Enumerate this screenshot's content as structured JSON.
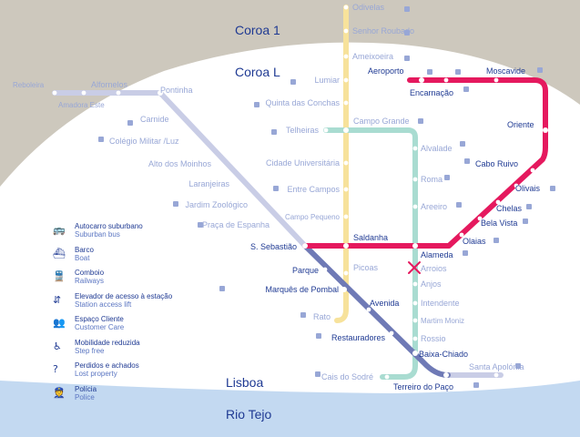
{
  "colors": {
    "background_outer": "#cdc8bd",
    "map_area": "#ffffff",
    "river": "#c3d9f1",
    "red_line": "#e5195e",
    "green_line": "#a9dcd1",
    "yellow_line": "#f7e29b",
    "blue_line": "#6f7ab6",
    "blue_line_light": "#c9cde6",
    "label_dark": "#1f3a93",
    "label_faded": "#98a7d6"
  },
  "zones": {
    "coroa_1": "Coroa 1",
    "coroa_l": "Coroa L",
    "lisboa": "Lisboa",
    "river": "Rio Tejo"
  },
  "stations": {
    "odivelas": "Odivelas",
    "senhor_roubado": "Senhor Roubado",
    "ameixoeira": "Ameixoeira",
    "lumiar": "Lumiar",
    "quinta_das_conchas": "Quinta das Conchas",
    "campo_grande": "Campo Grande",
    "telheiras": "Telheiras",
    "cidade_universitaria": "Cidade Universitária",
    "entre_campos": "Entre Campos",
    "campo_pequeno": "Campo Pequeno",
    "saldanha": "Saldanha",
    "picoas": "Picoas",
    "marques_de_pombal": "Marquês de Pombal",
    "rato": "Rato",
    "reboleira": "Reboleira",
    "amadora_este": "Amadora Este",
    "alfornelos": "Alfornelos",
    "pontinha": "Pontinha",
    "carnide": "Carnide",
    "colegio_militar": "Colégio Militar /Luz",
    "alto_dos_moinhos": "Alto dos Moinhos",
    "laranjeiras": "Laranjeiras",
    "jardim_zoologico": "Jardim Zoológico",
    "praca_de_espanha": "Praça de Espanha",
    "s_sebastiao": "S. Sebastião",
    "parque": "Parque",
    "avenida": "Avenida",
    "restauradores": "Restauradores",
    "baixa_chiado": "Baixa-Chiado",
    "terreiro_do_paco": "Terreiro do Paço",
    "santa_apolonia": "Santa Apolónia",
    "cais_do_sodre": "Cais do Sodré",
    "aeroporto": "Aeroporto",
    "encarnacao": "Encarnação",
    "moscavide": "Moscavide",
    "oriente": "Oriente",
    "cabo_ruivo": "Cabo Ruivo",
    "olivais": "Olivais",
    "chelas": "Chelas",
    "bela_vista": "Bela Vista",
    "olaias": "Olaias",
    "alameda": "Alameda",
    "arroios": "Arroios",
    "alvalade": "Alvalade",
    "roma": "Roma",
    "areeiro": "Areeiro",
    "anjos": "Anjos",
    "intendente": "Intendente",
    "martim_moniz": "Martim Moniz",
    "rossio": "Rossio"
  },
  "legend": [
    {
      "icon": "bus-icon",
      "label": "Autocarro suburbano",
      "sub": "Suburban bus"
    },
    {
      "icon": "boat-icon",
      "label": "Barco",
      "sub": "Boat"
    },
    {
      "icon": "train-icon",
      "label": "Comboio",
      "sub": "Railways"
    },
    {
      "icon": "elevator-icon",
      "label": "Elevador de acesso à estação",
      "sub": "Station access lift"
    },
    {
      "icon": "customer-care-icon",
      "label": "Espaço Cliente",
      "sub": "Customer Care"
    },
    {
      "icon": "wheelchair-icon",
      "label": "Mobilidade reduzida",
      "sub": "Step free"
    },
    {
      "icon": "lost-property-icon",
      "label": "Perdidos e achados",
      "sub": "Lost property"
    },
    {
      "icon": "police-icon",
      "label": "Polícia",
      "sub": "Police"
    }
  ]
}
